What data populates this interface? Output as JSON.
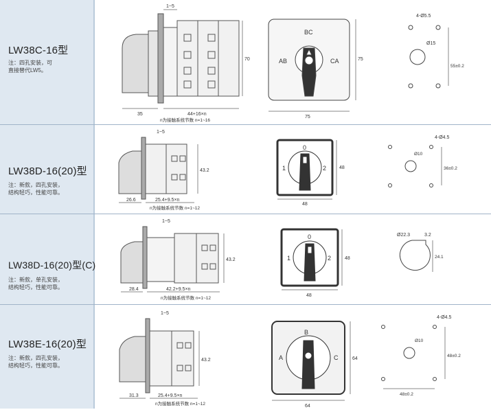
{
  "rows": [
    {
      "model": "LW38C-16型",
      "note": "注：四孔安装，可\n直接替代LW5。",
      "side": {
        "top_dim": "1~5",
        "height_dim": "70",
        "left_dim": "35",
        "bottom_dim": "44+16×n",
        "caption": "n为接触系统节数 n=1~16"
      },
      "front": {
        "positions": [
          "AB",
          "BC",
          "CA"
        ],
        "width_dim": "75",
        "height_dim": "75"
      },
      "holes": {
        "hole_dim": "4-Ø5.5",
        "center_dim": "Ø15",
        "spacing_dim": "55±0.2"
      }
    },
    {
      "model": "LW38D-16(20)型",
      "note": "注：新款，四孔安装，\n结构轻巧，性能可靠。",
      "side": {
        "top_dim": "1~5",
        "height_dim": "43.2",
        "left_dim": "26.6",
        "bottom_dim": "25.4+9.5×n",
        "caption": "n为接触系统节数 n=1~12"
      },
      "front": {
        "positions": [
          "1",
          "0",
          "2"
        ],
        "width_dim": "48",
        "height_dim": "48"
      },
      "holes": {
        "hole_dim": "4-Ø4.5",
        "center_dim": "Ø10",
        "spacing_dim": "36±0.2"
      }
    },
    {
      "model": "LW38D-16(20)型(C)",
      "note": "注：新款，单孔安装，\n结构轻巧，性能可靠。",
      "side": {
        "top_dim": "1~5",
        "height_dim": "43.2",
        "left_dim": "28.4",
        "bottom_dim": "42.2+9.5×n",
        "caption": "n为接触系统节数 n=1~12"
      },
      "front": {
        "positions": [
          "1",
          "0",
          "2"
        ],
        "width_dim": "48",
        "height_dim": "48"
      },
      "holes": {
        "hole_dim": "Ø22.3",
        "center_dim": "3.2",
        "spacing_dim": "24.1"
      }
    },
    {
      "model": "LW38E-16(20)型",
      "note": "注：新款，四孔安装，\n结构轻巧，性能可靠。",
      "side": {
        "top_dim": "1~5",
        "height_dim": "43.2",
        "left_dim": "31.3",
        "bottom_dim": "25.4+9.5×n",
        "caption": "n为接触系统节数 n=1~12"
      },
      "front": {
        "positions": [
          "A",
          "B",
          "C"
        ],
        "width_dim": "64",
        "height_dim": "64"
      },
      "holes": {
        "hole_dim": "4-Ø4.5",
        "center_dim": "Ø10",
        "spacing_dim": "48±0.2"
      }
    }
  ]
}
